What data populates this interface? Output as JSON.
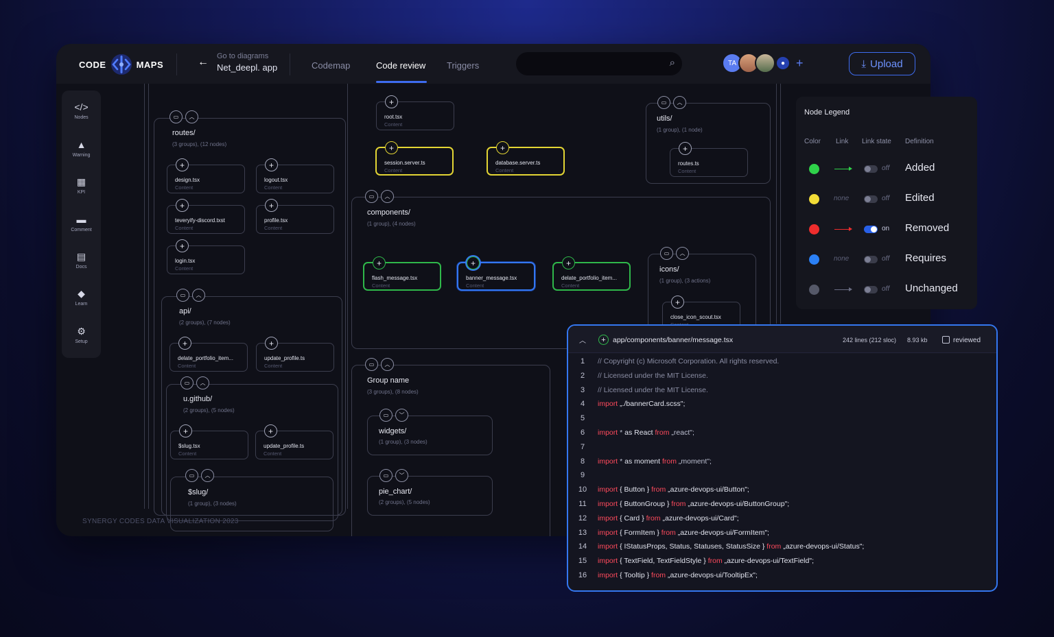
{
  "app": {
    "logo_left": "CODE",
    "logo_right": "MAPS",
    "goto_label": "Go to diagrams",
    "project_name": "Net_deepl. app",
    "tabs": [
      {
        "label": "Codemap",
        "active": false
      },
      {
        "label": "Code review",
        "active": true
      },
      {
        "label": "Triggers",
        "active": false
      }
    ],
    "search_placeholder": "",
    "avatar_initials": "TA",
    "upload_label": "Upload",
    "accent": "#3e6cf0"
  },
  "sidebar": {
    "items": [
      {
        "label": "Nodes",
        "icon": "code-icon"
      },
      {
        "label": "Warning",
        "icon": "warning-icon"
      },
      {
        "label": "KPI",
        "icon": "chart-icon"
      },
      {
        "label": "Comment",
        "icon": "comment-icon"
      },
      {
        "label": "Docs",
        "icon": "docs-icon"
      },
      {
        "label": "Learn",
        "icon": "graduation-icon"
      },
      {
        "label": "Setup",
        "icon": "gear-icon"
      }
    ]
  },
  "canvas": {
    "content_label": "Content",
    "groups": {
      "routes": {
        "title": "routes/",
        "sub": "(3 groups), (12 nodes)"
      },
      "api": {
        "title": "api/",
        "sub": "(2 groups), (7 nodes)"
      },
      "ugithub": {
        "title": "u.github/",
        "sub": "(2 groups), (5 nodes)"
      },
      "slug": {
        "title": "$slug/",
        "sub": "(1 group), (3 nodes)"
      },
      "utils": {
        "title": "utils/",
        "sub": "(1 group), (1 node)"
      },
      "components": {
        "title": "components/",
        "sub": "(1 group), (4 nodes)"
      },
      "icons": {
        "title": "icons/",
        "sub": "(1 group), (3 actions)"
      },
      "groupname": {
        "title": "Group name",
        "sub": "(3 groups), (8 nodes)"
      },
      "widgets": {
        "title": "widgets/",
        "sub": "(1 group), (3 nodes)"
      },
      "piechart": {
        "title": "pie_chart/",
        "sub": "(2 groups), (5 nodes)"
      }
    },
    "nodes": {
      "design": "design.tsx",
      "logout": "logout.tsx",
      "teveryify": "teveryify-discord.txst",
      "profile": "profile.tsx",
      "login": "login.tsx",
      "delate_api": "delate_portfolio_item...",
      "update_api": "update_profile.ts",
      "slug_tsx": "$slug.tsx",
      "update_gh": "update_profile.ts",
      "root": "root.tsx",
      "session": "session.server.ts",
      "database": "database.server.ts",
      "routes_ts": "routes.ts",
      "flash": "flash_message.tsx",
      "banner": "banner_message.tsx",
      "delate_comp": "delate_portfolio_item...",
      "close_icon": "close_icon_scout.tsx"
    }
  },
  "footer": {
    "text": "SYNERGY CODES DATA VISUALIZATION   2023"
  },
  "legend": {
    "title": "Node Legend",
    "headers": [
      "Color",
      "Link",
      "Link state",
      "Definition"
    ],
    "rows": [
      {
        "color": "#2fd24a",
        "link": "",
        "link_color": "#2fd24a",
        "state": "off",
        "on": false,
        "definition": "Added"
      },
      {
        "color": "#f2dc37",
        "link": "none",
        "link_color": "",
        "state": "off",
        "on": false,
        "definition": "Edited"
      },
      {
        "color": "#ee2d2d",
        "link": "",
        "link_color": "#ee2d2d",
        "state": "on",
        "on": true,
        "definition": "Removed"
      },
      {
        "color": "#2b80f5",
        "link": "none",
        "link_color": "",
        "state": "off",
        "on": false,
        "definition": "Requires"
      },
      {
        "color": "#555868",
        "link": "",
        "link_color": "#6a6d82",
        "state": "off",
        "on": false,
        "definition": "Unchanged"
      }
    ]
  },
  "code_panel": {
    "path": "app/components/banner/message.tsx",
    "lines_info": "242 lines (212 sloc)",
    "size": "8.93 kb",
    "reviewed_label": "reviewed",
    "lines": [
      [
        {
          "c": "cm",
          "t": "// Copyright (c) Microsoft Corporation. All rights reserved."
        }
      ],
      [
        {
          "c": "cm",
          "t": "// Licensed under the MIT License."
        }
      ],
      [
        {
          "c": "cm",
          "t": "// Licensed under the MIT License."
        }
      ],
      [
        {
          "c": "kw",
          "t": "import "
        },
        {
          "c": "",
          "t": "„./bannerCard.scss\";"
        }
      ],
      [],
      [
        {
          "c": "kw",
          "t": "import "
        },
        {
          "c": "st",
          "t": "* "
        },
        {
          "c": "",
          "t": "as React "
        },
        {
          "c": "kw",
          "t": "from "
        },
        {
          "c": "st",
          "t": "„react\";"
        }
      ],
      [],
      [
        {
          "c": "kw",
          "t": "import "
        },
        {
          "c": "st",
          "t": "* "
        },
        {
          "c": "",
          "t": "as moment "
        },
        {
          "c": "kw",
          "t": "from "
        },
        {
          "c": "st",
          "t": "„moment\";"
        }
      ],
      [],
      [
        {
          "c": "kw",
          "t": "import "
        },
        {
          "c": "",
          "t": "{ Button } "
        },
        {
          "c": "kw",
          "t": "from "
        },
        {
          "c": "",
          "t": "„azure-devops-ui/Button\";"
        }
      ],
      [
        {
          "c": "kw",
          "t": "import "
        },
        {
          "c": "",
          "t": "{ ButtonGroup } "
        },
        {
          "c": "kw",
          "t": "from "
        },
        {
          "c": "",
          "t": "„azure-devops-ui/ButtonGroup\";"
        }
      ],
      [
        {
          "c": "kw",
          "t": "import "
        },
        {
          "c": "",
          "t": "{ Card } "
        },
        {
          "c": "kw",
          "t": "from "
        },
        {
          "c": "",
          "t": "„azure-devops-ui/Card\";"
        }
      ],
      [
        {
          "c": "kw",
          "t": "import "
        },
        {
          "c": "",
          "t": "{ FormItem } "
        },
        {
          "c": "kw",
          "t": "from "
        },
        {
          "c": "",
          "t": "„azure-devops-ui/FormItem\";"
        }
      ],
      [
        {
          "c": "kw",
          "t": "import "
        },
        {
          "c": "",
          "t": "{ IStatusProps, Status, Statuses, StatusSize } "
        },
        {
          "c": "kw",
          "t": "from "
        },
        {
          "c": "",
          "t": "„azure-devops-ui/Status\";"
        }
      ],
      [
        {
          "c": "kw",
          "t": "import "
        },
        {
          "c": "",
          "t": "{ TextField, TextFieldStyle } "
        },
        {
          "c": "kw",
          "t": "from "
        },
        {
          "c": "",
          "t": "„azure-devops-ui/TextField\";"
        }
      ],
      [
        {
          "c": "kw",
          "t": "import "
        },
        {
          "c": "",
          "t": "{ Tooltip } "
        },
        {
          "c": "kw",
          "t": "from "
        },
        {
          "c": "",
          "t": "„azure-devops-ui/TooltipEx\";"
        }
      ]
    ]
  }
}
